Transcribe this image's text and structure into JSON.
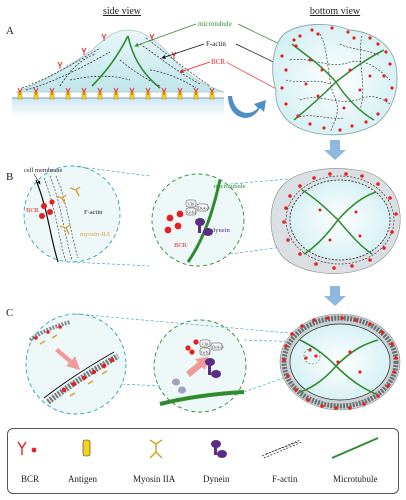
{
  "headers": {
    "side": "side view",
    "bottom": "bottom view"
  },
  "panels": {
    "a": "A",
    "b": "B",
    "c": "C"
  },
  "labels_a": {
    "microtubule": "microtubule",
    "factin": "F-actin",
    "bcr": "BCR"
  },
  "labels_b": {
    "cell_membrane": "cell membrane",
    "bcr": "BCR",
    "factin": "F-actin",
    "myosin": "myosin-IIA",
    "microtubule": "microtubule",
    "cbl": "Cbl",
    "grb2": "Grb2",
    "dok3": "Dok-3",
    "dynein": "dynein",
    "bcr2": "BCR"
  },
  "labels_c": {
    "cbl": "Cbl",
    "grb2": "Grb2",
    "dok3": "Dok-3"
  },
  "legend": {
    "bcr": "BCR",
    "antigen": "Antigen",
    "myosin": "Myosin IIA",
    "dynein": "Dynein",
    "factin": "F-actin",
    "microtubule": "Microtubule"
  },
  "colors": {
    "cell_fill": "#d6f0f3",
    "cell_stroke": "#a9c7cc",
    "microtubule": "#2e8b2e",
    "bcr": "#e62020",
    "antigen": "#f2d21b",
    "myosin": "#d9a030",
    "dynein": "#5a2d82",
    "arrow_blue": "#5b9bd5",
    "arrow_pink": "#f08a8a",
    "dashed_circle": "#2aa4b8"
  }
}
